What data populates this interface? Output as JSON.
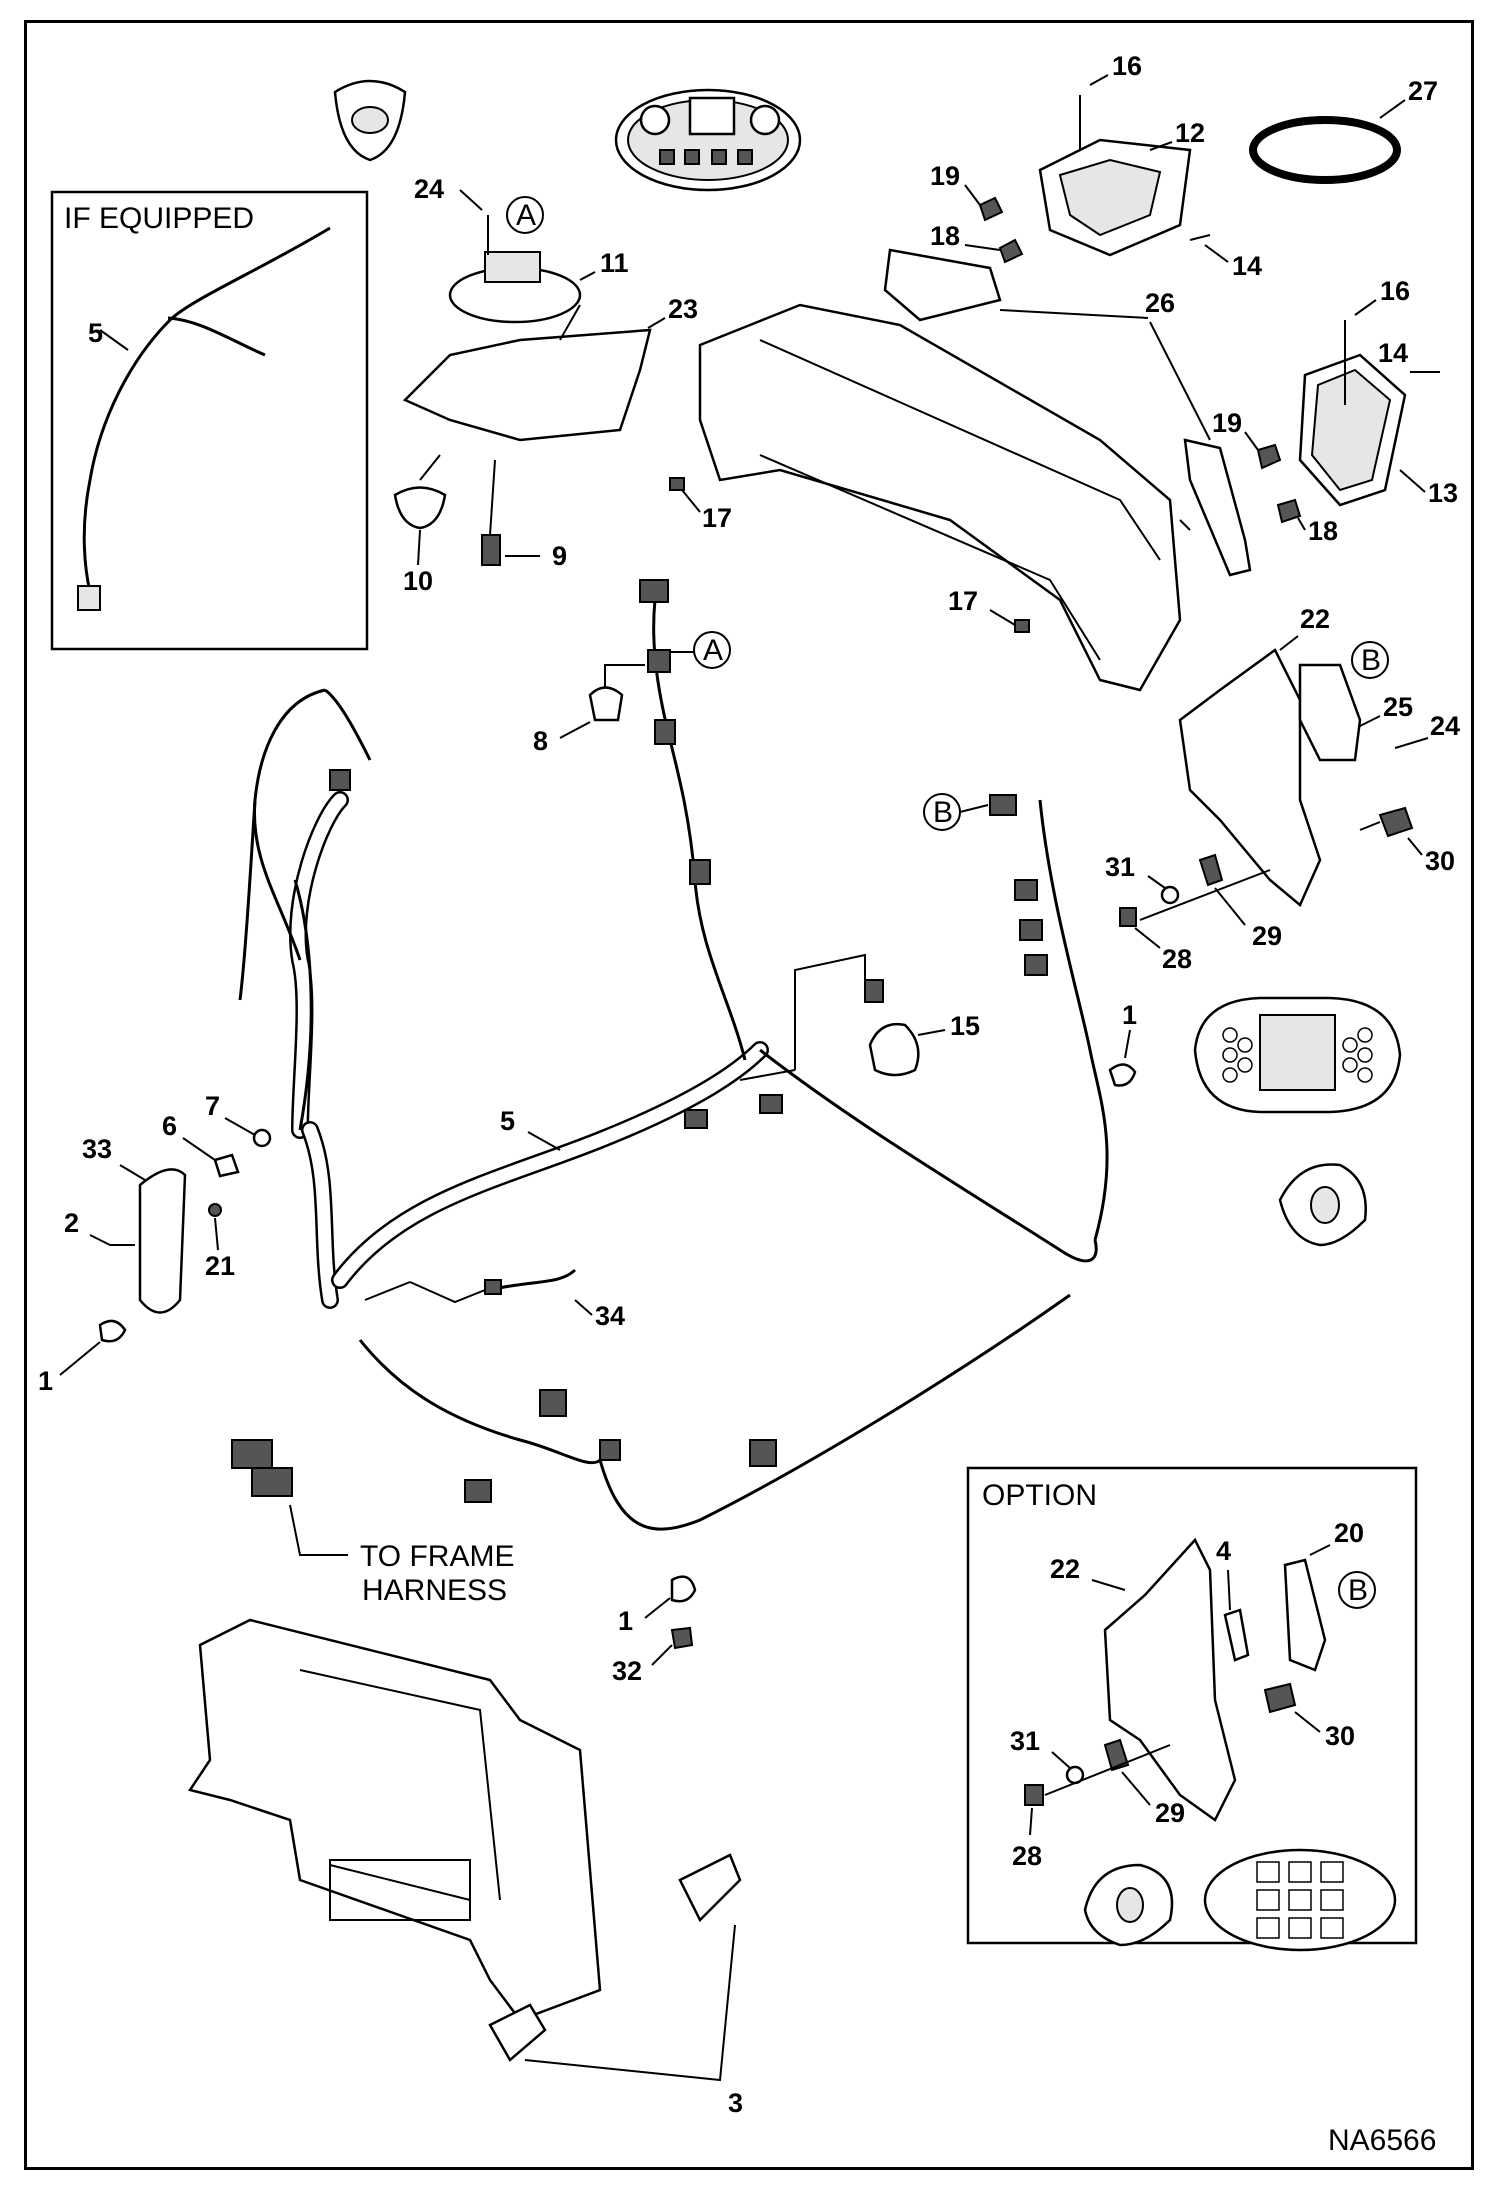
{
  "boxes": {
    "if_equipped": "IF EQUIPPED",
    "option": "OPTION"
  },
  "notes": {
    "to_frame_harness_line1": "TO FRAME",
    "to_frame_harness_line2": "HARNESS"
  },
  "ref_code": "NA6566",
  "callouts": {
    "a": "A",
    "b": "B"
  },
  "labels": {
    "l1": "1",
    "l2": "2",
    "l3": "3",
    "l4": "4",
    "l5": "5",
    "l6": "6",
    "l7": "7",
    "l8": "8",
    "l9": "9",
    "l10": "10",
    "l11": "11",
    "l12": "12",
    "l13": "13",
    "l14": "14",
    "l15": "15",
    "l16": "16",
    "l17": "17",
    "l18": "18",
    "l19": "19",
    "l20": "20",
    "l21": "21",
    "l22": "22",
    "l23": "23",
    "l24": "24",
    "l25": "25",
    "l26": "26",
    "l27": "27",
    "l28": "28",
    "l29": "29",
    "l30": "30",
    "l31": "31",
    "l32": "32",
    "l33": "33",
    "l34": "34"
  }
}
